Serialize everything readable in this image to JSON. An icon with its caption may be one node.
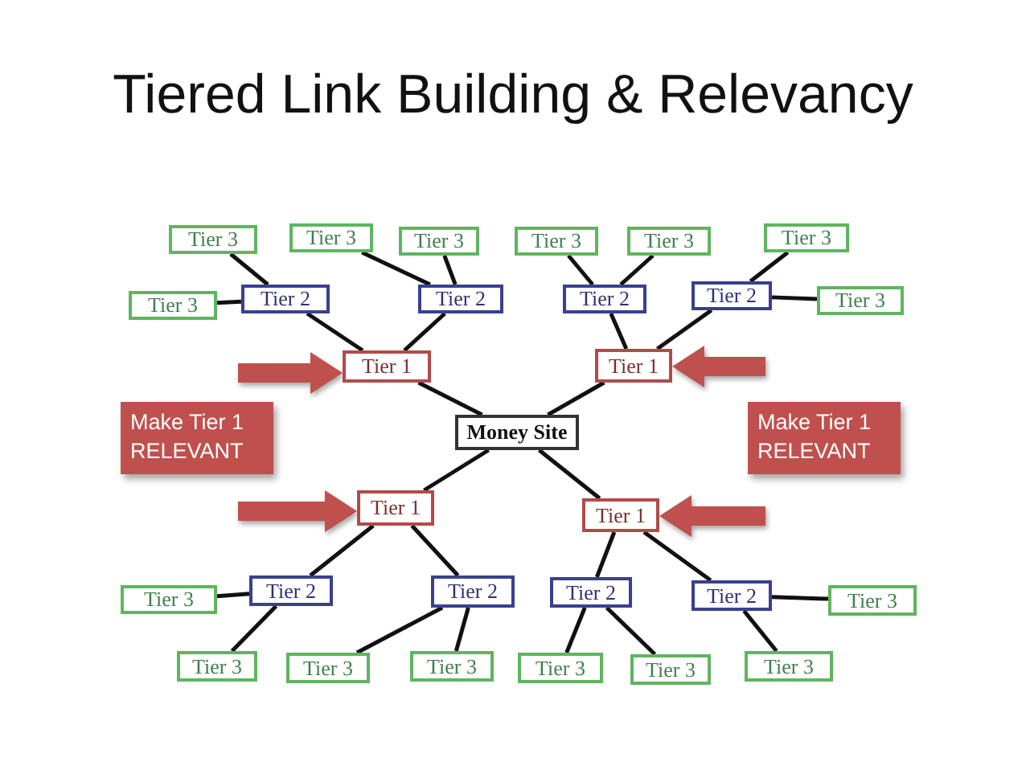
{
  "diagram": {
    "title": "Tiered Link Building & Relevancy",
    "nodes": [
      {
        "text": [
          "Tier 3"
        ]
      },
      {
        "text": [
          "Tier 3"
        ]
      },
      {
        "text": [
          "Tier 3"
        ]
      },
      {
        "text": [
          "Tier 3"
        ]
      },
      {
        "text": [
          "Tier 3"
        ]
      },
      {
        "text": [
          "Tier 3"
        ]
      },
      {
        "text": [
          "Tier 3"
        ]
      },
      {
        "text": [
          "Tier 2"
        ]
      },
      {
        "text": [
          "Tier 2"
        ]
      },
      {
        "text": [
          "Tier 2"
        ]
      },
      {
        "text": [
          "Tier 2"
        ]
      },
      {
        "text": [
          "Tier 3"
        ]
      },
      {
        "text": [
          "Tier 1"
        ]
      },
      {
        "text": [
          "Tier 1"
        ]
      },
      {
        "text": [
          "Make Tier 1 RELEVANT"
        ]
      },
      {
        "text": [
          "Money Site"
        ]
      },
      {
        "text": [
          "Make Tier 1 RELEVANT"
        ]
      },
      {
        "text": [
          "Tier 1"
        ]
      },
      {
        "text": [
          "Tier 1"
        ]
      },
      {
        "text": [
          "Tier 3"
        ]
      },
      {
        "text": [
          "Tier 2"
        ]
      },
      {
        "text": [
          "Tier 2"
        ]
      },
      {
        "text": [
          "Tier 2"
        ]
      },
      {
        "text": [
          "Tier 2"
        ]
      },
      {
        "text": [
          "Tier 3"
        ]
      },
      {
        "text": [
          "Tier 3"
        ]
      },
      {
        "text": [
          "Tier 3"
        ]
      },
      {
        "text": [
          "Tier 3"
        ]
      },
      {
        "text": [
          "Tier 3"
        ]
      },
      {
        "text": [
          "Tier 3"
        ]
      },
      {
        "text": [
          "Tier 3"
        ]
      }
    ],
    "edges": [
      {
        "from": 0,
        "to": 7,
        "arrow": "none"
      },
      {
        "from": 6,
        "to": 7,
        "arrow": "none"
      },
      {
        "from": 1,
        "to": 8,
        "arrow": "none"
      },
      {
        "from": 2,
        "to": 8,
        "arrow": "none"
      },
      {
        "from": 7,
        "to": 12,
        "arrow": "none"
      },
      {
        "from": 8,
        "to": 12,
        "arrow": "none"
      },
      {
        "from": 3,
        "to": 9,
        "arrow": "none"
      },
      {
        "from": 4,
        "to": 9,
        "arrow": "none"
      },
      {
        "from": 5,
        "to": 10,
        "arrow": "none"
      },
      {
        "from": 11,
        "to": 10,
        "arrow": "none"
      },
      {
        "from": 9,
        "to": 13,
        "arrow": "none"
      },
      {
        "from": 10,
        "to": 13,
        "arrow": "none"
      },
      {
        "from": 12,
        "to": 15,
        "arrow": "none"
      },
      {
        "from": 13,
        "to": 15,
        "arrow": "none"
      },
      {
        "from": 15,
        "to": 17,
        "arrow": "none"
      },
      {
        "from": 15,
        "to": 18,
        "arrow": "none"
      },
      {
        "from": 17,
        "to": 20,
        "arrow": "none"
      },
      {
        "from": 17,
        "to": 21,
        "arrow": "none"
      },
      {
        "from": 18,
        "to": 22,
        "arrow": "none"
      },
      {
        "from": 18,
        "to": 23,
        "arrow": "none"
      },
      {
        "from": 19,
        "to": 20,
        "arrow": "none"
      },
      {
        "from": 25,
        "to": 20,
        "arrow": "none"
      },
      {
        "from": 21,
        "to": 26,
        "arrow": "none"
      },
      {
        "from": 21,
        "to": 27,
        "arrow": "none"
      },
      {
        "from": 22,
        "to": 28,
        "arrow": "none"
      },
      {
        "from": 22,
        "to": 29,
        "arrow": "none"
      },
      {
        "from": 23,
        "to": 24,
        "arrow": "none"
      },
      {
        "from": 23,
        "to": 30,
        "arrow": "none"
      },
      {
        "from": null,
        "to": 12,
        "arrow": "to",
        "style": "thick",
        "color": "#c0504d"
      },
      {
        "from": null,
        "to": 13,
        "arrow": "to",
        "style": "thick",
        "color": "#c0504d"
      },
      {
        "from": null,
        "to": 17,
        "arrow": "to",
        "style": "thick",
        "color": "#c0504d"
      },
      {
        "from": null,
        "to": 18,
        "arrow": "to",
        "style": "thick",
        "color": "#c0504d"
      }
    ]
  }
}
